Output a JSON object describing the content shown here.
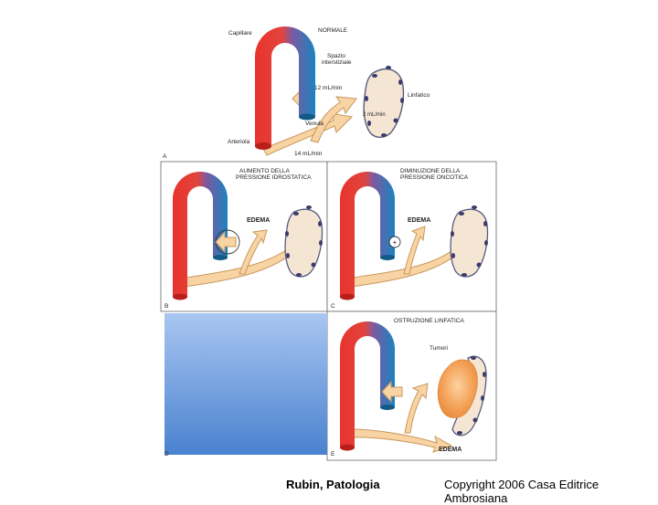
{
  "panel_a": {
    "letter": "A",
    "title": "NORMALE",
    "capillary_label": "Capillare",
    "interstitial_label_1": "Spazio",
    "interstitial_label_2": "interstiziale",
    "inflow_label": "12 mL/min",
    "lymph_flow_label": "2 mL/min",
    "lymphatic_label": "Linfatico",
    "venule_label": "Venula",
    "arteriole_label": "Arteriola",
    "outflow_label": "14 mL/min"
  },
  "panel_b": {
    "letter": "B",
    "title_1": "AUMENTO DELLA",
    "title_2": "PRESSIONE IDROSTATICA",
    "edema_label": "EDEMA"
  },
  "panel_c": {
    "letter": "C",
    "title_1": "DIMINUZIONE DELLA",
    "title_2": "PRESSIONE ONCOTICA",
    "edema_label": "EDEMA",
    "plus_sign": "+"
  },
  "panel_d": {
    "letter": "D"
  },
  "panel_e": {
    "letter": "E",
    "title": "OSTRUZIONE LINFATICA",
    "tumor_label": "Tumori",
    "edema_label": "EDEMA"
  },
  "footer": {
    "book": "Rubin, Patologia",
    "copyright": "Copyright 2006 Casa Editrice Ambrosiana"
  },
  "colors": {
    "artery": "#e8332c",
    "vein": "#1b83c0",
    "flow_fill": "#f8d3a3",
    "flow_stroke": "#c9975c",
    "lymph_fill": "#f5e6d3",
    "lymph_nucleus": "#3c3c6a",
    "tumor": "#f5a45c",
    "blank_panel_top": "#a9c6f1",
    "blank_panel_bottom": "#4a82cf"
  }
}
